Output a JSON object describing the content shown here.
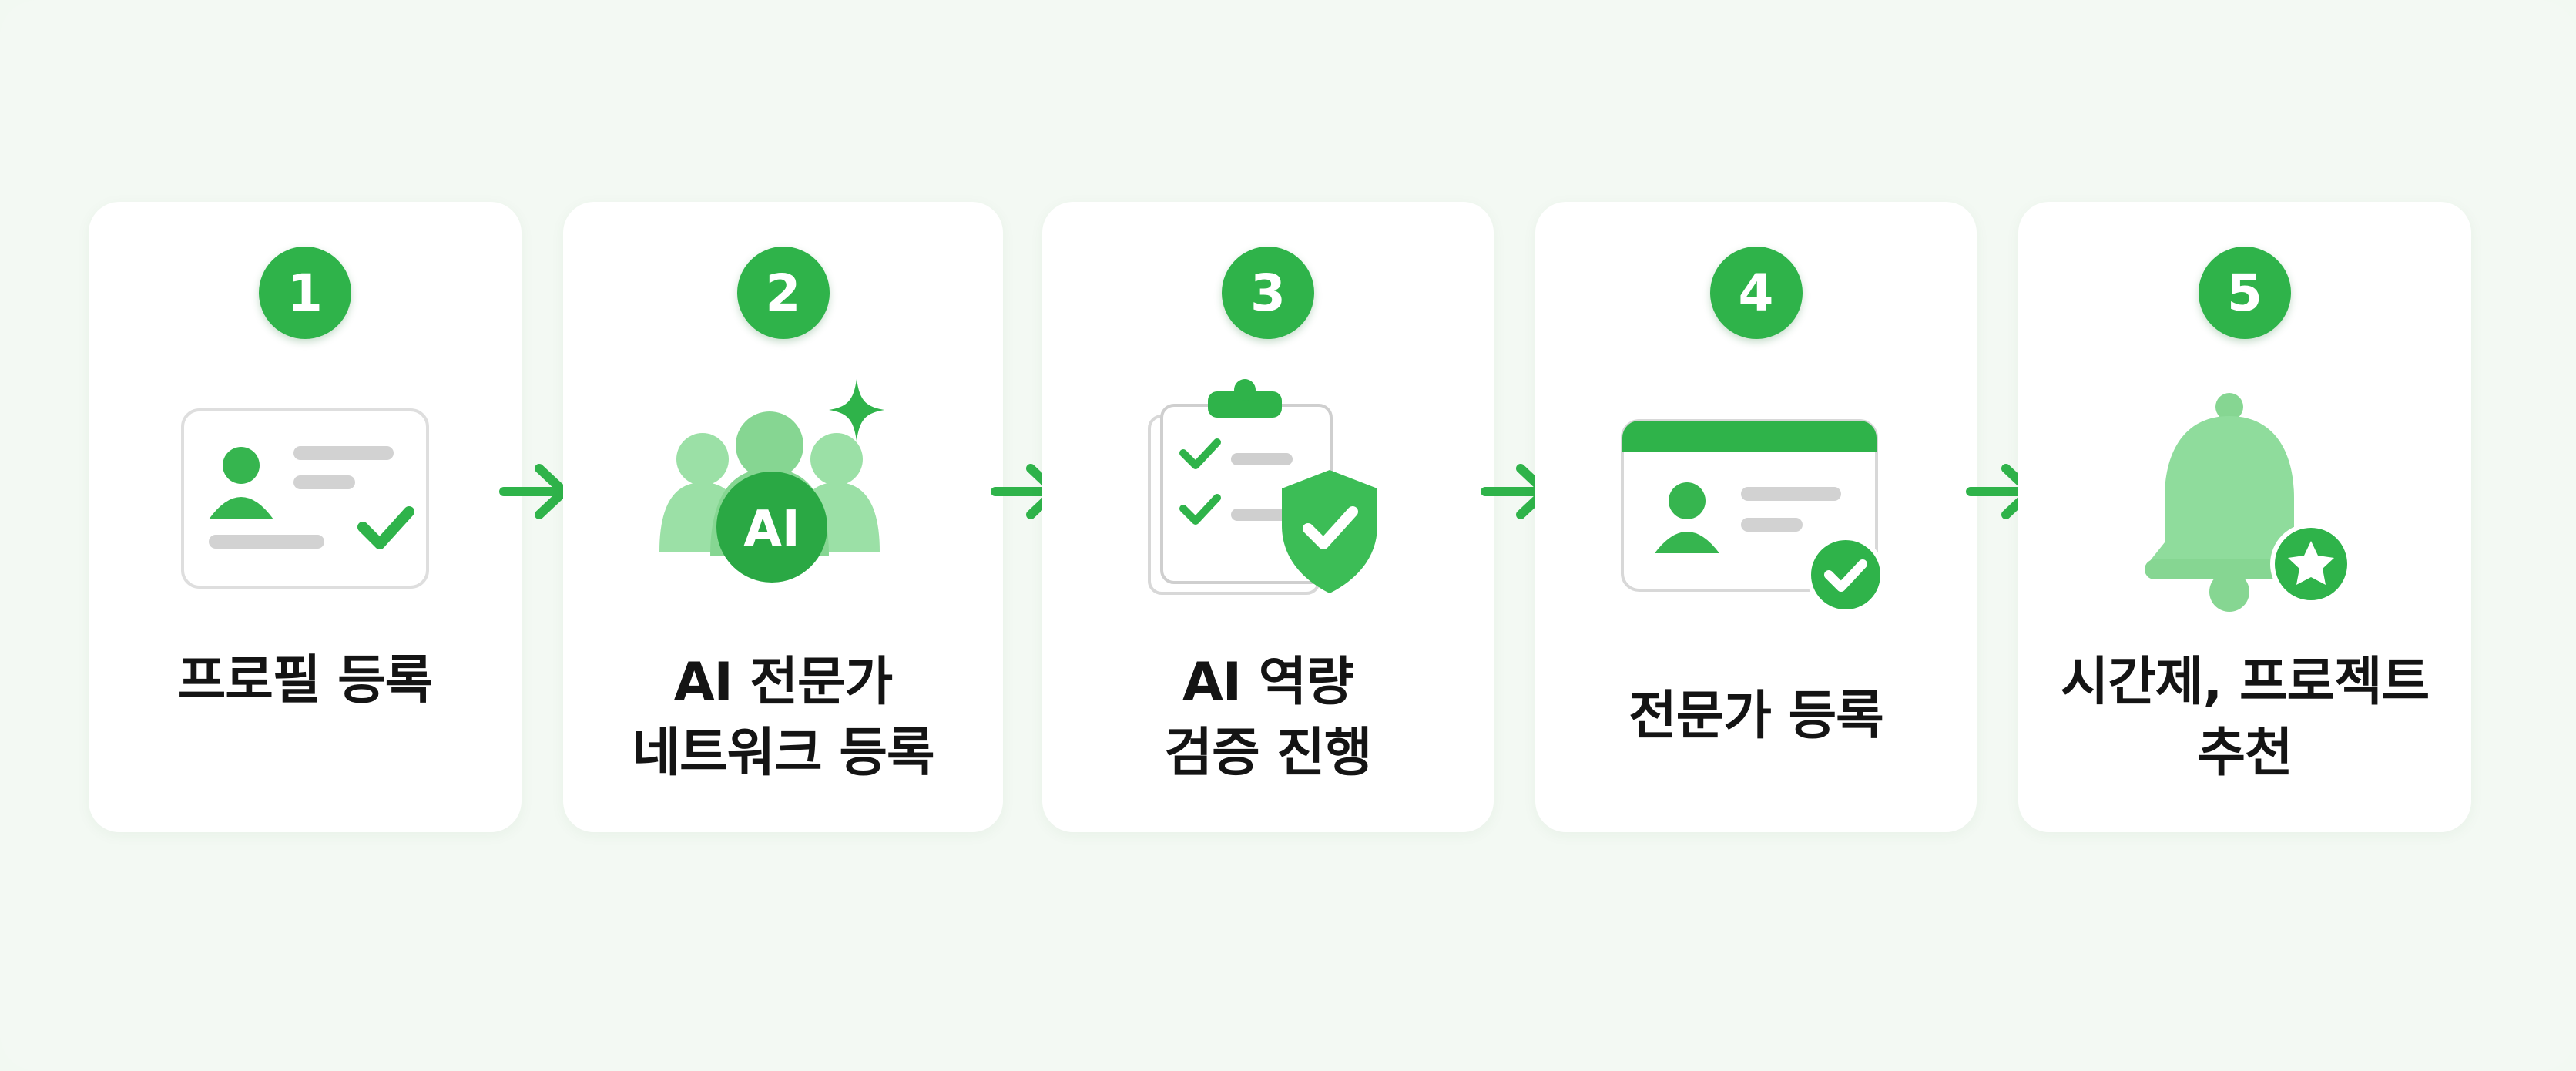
{
  "steps": [
    {
      "number": "1",
      "lines": [
        "프로필 등록"
      ],
      "icon": "profile-card-check-icon"
    },
    {
      "number": "2",
      "lines": [
        "AI 전문가",
        "네트워크 등록"
      ],
      "icon": "ai-network-group-icon"
    },
    {
      "number": "3",
      "lines": [
        "AI 역량",
        "검증 진행"
      ],
      "icon": "clipboard-shield-icon"
    },
    {
      "number": "4",
      "lines": [
        "전문가 등록"
      ],
      "icon": "expert-id-card-icon"
    },
    {
      "number": "5",
      "lines": [
        "시간제, 프로젝트",
        "추천"
      ],
      "icon": "bell-star-icon"
    }
  ],
  "ai_badge_text": "AI",
  "colors": {
    "accent": "#2fb34a",
    "accent_light": "#8fdc9c",
    "card": "#ffffff",
    "background": "#f3f9f3"
  }
}
